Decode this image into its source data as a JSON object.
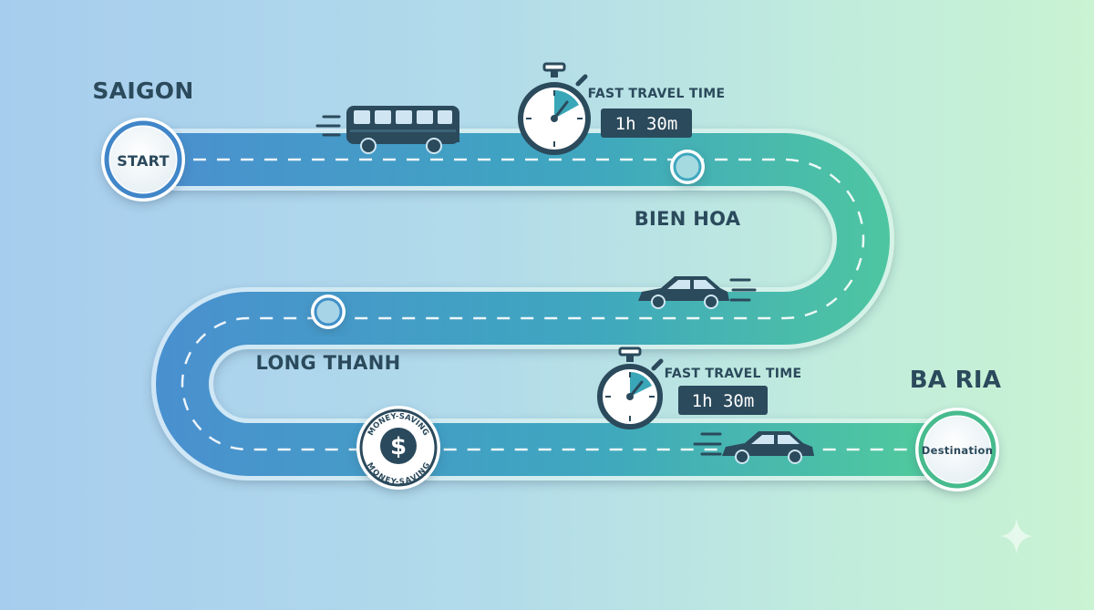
{
  "cities": {
    "origin": "SAIGON",
    "stop1": "BIEN HOA",
    "stop2": "LONG THANH",
    "destination": "BA RIA"
  },
  "markers": {
    "start": "START",
    "end": "Destination"
  },
  "travel": [
    {
      "caption": "FAST TRAVEL TIME",
      "time": "1h 30m"
    },
    {
      "caption": "FAST TRAVEL TIME",
      "time": "1h 30m"
    }
  ],
  "badge": {
    "top_text": "MONEY-SAVING",
    "bottom_text": "MONEY-SAVING",
    "symbol": "$"
  },
  "colors": {
    "road_start": "#4a8fd0",
    "road_end": "#52cc9a",
    "dark": "#2b4a5c",
    "ring_start": "#3f86c9",
    "ring_end": "#47bb8d"
  },
  "icons": [
    "bus-icon",
    "car-icon",
    "stopwatch-icon",
    "dollar-icon",
    "sparkle-icon"
  ]
}
